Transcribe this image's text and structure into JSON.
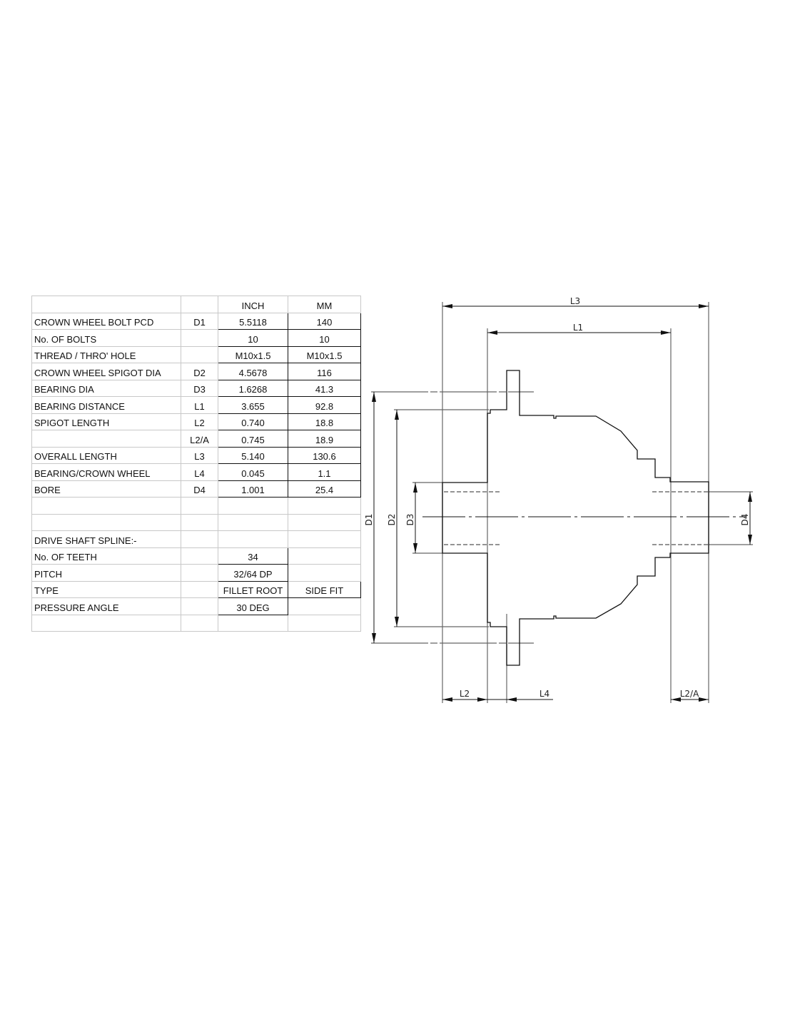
{
  "table": {
    "headers": [
      "",
      "",
      "INCH",
      "MM"
    ],
    "rows": [
      {
        "label": "CROWN WHEEL BOLT PCD",
        "symbol": "D1",
        "inch": "5.5118",
        "mm": "140"
      },
      {
        "label": "No. OF BOLTS",
        "symbol": "",
        "inch": "10",
        "mm": "10"
      },
      {
        "label": "THREAD / THRO' HOLE",
        "symbol": "",
        "inch": "M10x1.5",
        "mm": "M10x1.5"
      },
      {
        "label": "CROWN WHEEL SPIGOT DIA",
        "symbol": "D2",
        "inch": "4.5678",
        "mm": "116"
      },
      {
        "label": "BEARING DIA",
        "symbol": "D3",
        "inch": "1.6268",
        "mm": "41.3"
      },
      {
        "label": "BEARING DISTANCE",
        "symbol": "L1",
        "inch": "3.655",
        "mm": "92.8"
      },
      {
        "label": "SPIGOT LENGTH",
        "symbol": "L2",
        "inch": "0.740",
        "mm": "18.8"
      },
      {
        "label": "",
        "symbol": "L2/A",
        "inch": "0.745",
        "mm": "18.9"
      },
      {
        "label": "OVERALL LENGTH",
        "symbol": "L3",
        "inch": "5.140",
        "mm": "130.6"
      },
      {
        "label": "BEARING/CROWN WHEEL",
        "symbol": "L4",
        "inch": "0.045",
        "mm": "1.1"
      },
      {
        "label": "BORE",
        "symbol": "D4",
        "inch": "1.001",
        "mm": "25.4"
      }
    ],
    "spline_heading": "DRIVE SHAFT SPLINE:-",
    "spline_rows": [
      {
        "label": "No. OF TEETH",
        "value": "34",
        "extra": ""
      },
      {
        "label": "PITCH",
        "value": "32/64 DP",
        "extra": ""
      },
      {
        "label": "TYPE",
        "value": "FILLET ROOT",
        "extra": "SIDE FIT"
      },
      {
        "label": "PRESSURE ANGLE",
        "value": "30 DEG",
        "extra": ""
      }
    ]
  },
  "drawing": {
    "dimension_labels": {
      "L3": "L3",
      "L1": "L1",
      "L2": "L2",
      "L4": "L4",
      "L2A": "L2/A",
      "D1": "D1",
      "D2": "D2",
      "D3": "D3",
      "D4": "D4"
    },
    "line_color": "#111111",
    "construction_color": "#555555"
  }
}
